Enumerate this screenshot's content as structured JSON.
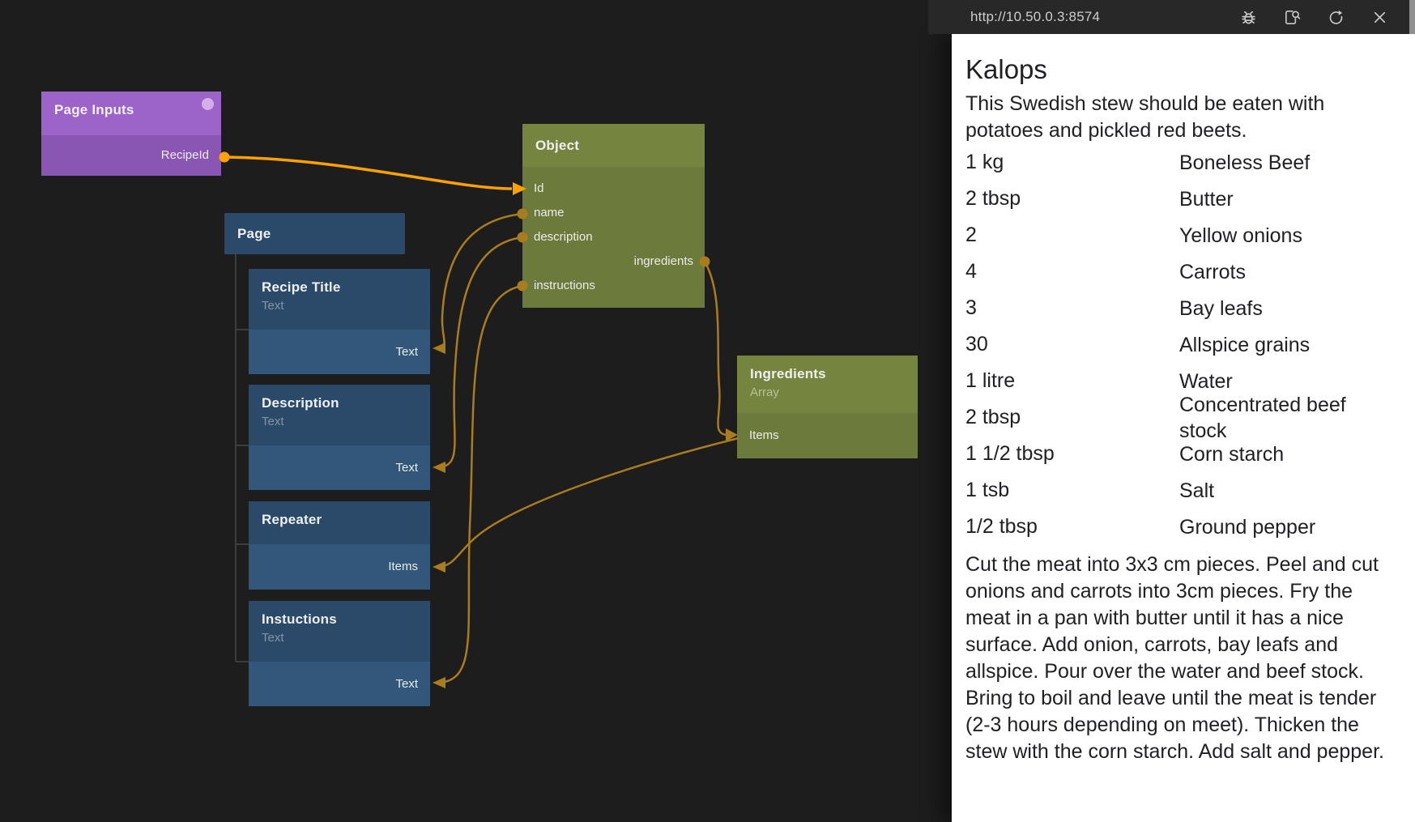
{
  "canvas": {
    "nodes": {
      "page_inputs": {
        "title": "Page Inputs",
        "port": "RecipeId"
      },
      "page": {
        "title": "Page"
      },
      "recipe_title": {
        "title": "Recipe Title",
        "subtitle": "Text",
        "port": "Text"
      },
      "description": {
        "title": "Description",
        "subtitle": "Text",
        "port": "Text"
      },
      "repeater": {
        "title": "Repeater",
        "port": "Items"
      },
      "instuctions": {
        "title": "Instuctions",
        "subtitle": "Text",
        "port": "Text"
      },
      "object": {
        "title": "Object",
        "ports": [
          {
            "label": "Id",
            "side": "left"
          },
          {
            "label": "name",
            "side": "left"
          },
          {
            "label": "description",
            "side": "left"
          },
          {
            "label": "ingredients",
            "side": "right"
          },
          {
            "label": "instructions",
            "side": "left"
          }
        ]
      },
      "ingredients_array": {
        "title": "Ingredients",
        "subtitle": "Array",
        "port": "Items"
      }
    },
    "colors": {
      "connection_selected": "#ffa200",
      "connection": "#a97c1d",
      "node_purple_header": "#9c64c8",
      "node_purple_body": "#8a56b4",
      "node_blue_header": "#2b4a69",
      "node_blue_body": "#32577b",
      "node_green_header": "#75843f",
      "node_green_body": "#6c7a3c",
      "canvas_background": "#1d1d1e"
    }
  },
  "preview": {
    "url": "http://10.50.0.3:8574",
    "toolbar_icons": [
      "debug",
      "inspect",
      "refresh",
      "close"
    ],
    "recipe": {
      "title": "Kalops",
      "description": "This Swedish stew should be eaten with potatoes and pickled red beets.",
      "ingredients": [
        {
          "quantity": "1 kg",
          "name": "Boneless Beef"
        },
        {
          "quantity": "2 tbsp",
          "name": "Butter"
        },
        {
          "quantity": "2",
          "name": "Yellow onions"
        },
        {
          "quantity": "4",
          "name": "Carrots"
        },
        {
          "quantity": "3",
          "name": "Bay leafs"
        },
        {
          "quantity": "30",
          "name": "Allspice grains"
        },
        {
          "quantity": "1 litre",
          "name": "Water"
        },
        {
          "quantity": "2 tbsp",
          "name": "Concentrated beef stock"
        },
        {
          "quantity": "1 1/2 tbsp",
          "name": "Corn starch"
        },
        {
          "quantity": "1 tsb",
          "name": "Salt"
        },
        {
          "quantity": "1/2 tbsp",
          "name": "Ground pepper"
        }
      ],
      "instructions": "Cut the meat into 3x3 cm pieces. Peel and cut onions and carrots into 3cm pieces. Fry the meat in a pan with butter until it has a nice surface. Add onion, carrots, bay leafs and allspice. Pour over the water and beef stock. Bring to boil and leave until the meat is tender (2-3 hours depending on meet). Thicken the stew with the corn starch. Add salt and pepper."
    }
  }
}
